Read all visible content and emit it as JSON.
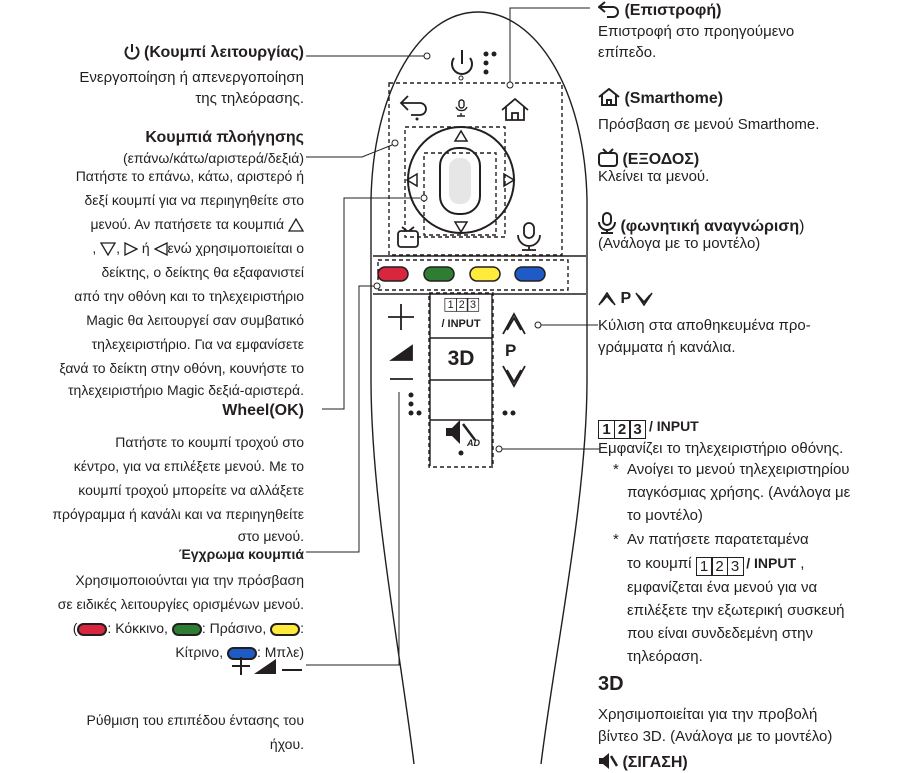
{
  "left": {
    "power_title": "(Κουμπί λειτουργίας)",
    "power_desc_1": "Ενεργοποίηση ή απενεργοποίηση",
    "power_desc_2": "της τηλεόρασης.",
    "nav_title": "Κουμπιά πλοήγησης",
    "nav_dirs": "(επάνω/κάτω/αριστερά/δεξιά)",
    "nav_desc": [
      "Πατήστε το επάνω, κάτω, αριστερό ή",
      "δεξί κουμπί για να περιηγηθείτε στο",
      "μενού. Αν πατήσετε τα κουμπιά",
      "ή",
      "ενώ χρησιμοποιείται ο",
      "δείκτης, ο δείκτης θα εξαφανιστεί",
      "από την οθόνη και το τηλεχειριστήριο",
      "Magic θα λειτουργεί σαν συμβατικό",
      "τηλεχειριστήριο. Για να εμφανίσετε",
      "ξανά το δείκτη στην οθόνη, κουνήστε το",
      "τηλεχειριστήριο Magic δεξιά-αριστερά."
    ],
    "wheel_title": "Wheel(OK)",
    "wheel_desc": [
      "Πατήστε το κουμπί τροχού στο",
      "κέντρο, για να επιλέξετε μενού.  Με το",
      "κουμπί τροχού μπορείτε να αλλάξετε",
      "πρόγραμμα ή κανάλι και να περιηγηθείτε",
      "στο μενού."
    ],
    "color_title": "Έγχρωμα κουμπιά",
    "color_desc": [
      "Χρησιμοποιούνται για την πρόσβαση",
      "σε ειδικές λειτουργίες ορισμένων μενού."
    ],
    "color_red": ": Κόκκινο,",
    "color_green": ": Πράσινο,",
    "color_yellow": ":",
    "color_yellow_name": "Κίτρινο,",
    "color_blue": ": Μπλε)",
    "volume_desc": [
      "Ρύθμιση του επιπέδου έντασης του",
      "ήχου."
    ]
  },
  "right": {
    "back_title": "(Επιστροφή)",
    "back_desc": [
      "Επιστροφή στο προηγούμενο",
      "επίπεδο."
    ],
    "home_title": "(Smarthome)",
    "home_desc": "Πρόσβαση σε μενού Smarthome.",
    "exit_title": "(ΕΞΟΔΟΣ)",
    "exit_desc": "Κλείνει τα μενού.",
    "voice_title": "(φωνητική αναγνώριση",
    "voice_paren": ")",
    "voice_desc": "(Ανάλογα με το μοντέλο)",
    "p_label": "P",
    "p_desc": [
      "Κύλιση στα αποθηκευμένα προ-",
      "γράμματα ή κανάλια."
    ],
    "input_title": "/ INPUT",
    "input_desc": "Εμφανίζει το τηλεχειριστήριο οθόνης.",
    "input_bullet1": [
      "Ανοίγει το μενού τηλεχειριστηρίου",
      "παγκόσμιας χρήσης. (Ανάλογα με",
      "το μοντέλο)"
    ],
    "input_bullet2_a": "Αν πατήσετε παρατεταμένα",
    "input_bullet2_b": "το κουμπί",
    "input_bullet2_c": "/ INPUT",
    "input_bullet2_d": ",",
    "input_bullet2_rest": [
      "εμφανίζεται ένα μενού για να",
      "επιλέξετε την εξωτερική συσκευή",
      "που είναι συνδεδεμένη στην",
      "τηλεόραση."
    ],
    "bullet_mark": "*",
    "three_d_desc": [
      "Χρησιμοποιείται για την προβολή",
      "βίντεο 3D. (Ανάλογα με το μοντέλο)"
    ],
    "mute_title": "(ΣΙΓΑΣΗ)"
  },
  "remote": {
    "btn_digits": [
      "1",
      "2",
      "3"
    ],
    "btn_input": "/ INPUT",
    "btn_3d": "3D",
    "btn_p": "P"
  },
  "colors": {
    "red": "#d7263d",
    "green": "#2e7d32",
    "yellow": "#ffeb3b",
    "blue": "#1e5bc6",
    "ink": "#231f20"
  }
}
